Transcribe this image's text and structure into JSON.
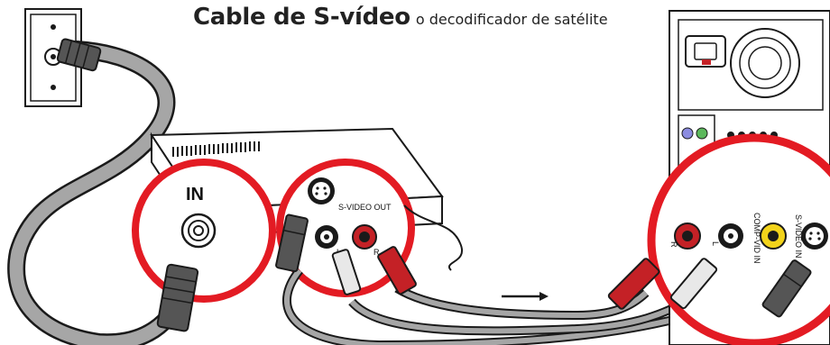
{
  "title": {
    "bold": "Cable de S-vídeo",
    "light": "o decodificador de satélite"
  },
  "decoder": {
    "in_label": "IN",
    "svideo_out_label": "S-VIDEO OUT",
    "audio_left_label": "L",
    "audio_right_label": "R"
  },
  "computer": {
    "audio_right_label": "R",
    "audio_left_label": "L",
    "comp_vid_in_label": "COMP-VID IN",
    "svideo_in_label": "S-VIDEO IN"
  },
  "colors": {
    "callout_ring": "#e31b23",
    "cable_gray": "#9a9a9a",
    "plug_red": "#c42126",
    "plug_yellow": "#f2d31b",
    "outline": "#1a1a1a"
  },
  "icons": [
    "arrow-right-icon",
    "coax-jack-icon",
    "svideo-jack-icon",
    "rca-jack-icon"
  ]
}
